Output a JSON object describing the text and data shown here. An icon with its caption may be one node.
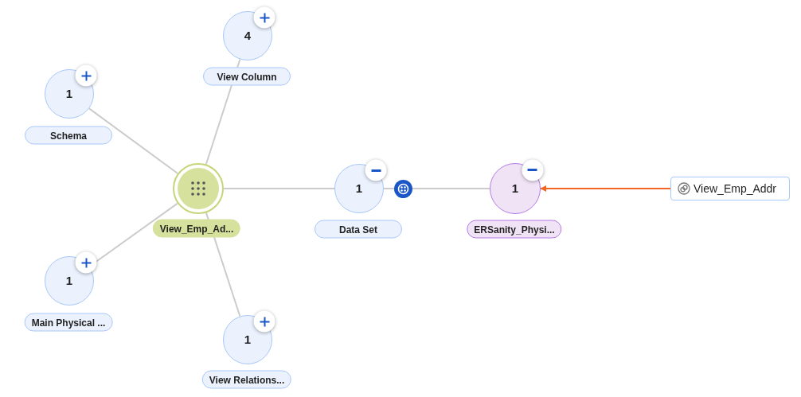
{
  "diagram": {
    "nodes": [
      {
        "text": [
          "View_Emp_Ad..."
        ]
      },
      {
        "text": [
          "4",
          "View Column"
        ]
      },
      {
        "text": [
          "1",
          "Schema"
        ]
      },
      {
        "text": [
          "1",
          "Main Physical ..."
        ]
      },
      {
        "text": [
          "1",
          "View Relations..."
        ]
      },
      {
        "text": [
          "1",
          "Data Set"
        ]
      },
      {
        "text": [
          "1",
          "ERSanity_Physi..."
        ]
      },
      {
        "text": [
          "View_Emp_Addr"
        ]
      }
    ],
    "edges": [
      {
        "from": 0,
        "to": 1,
        "arrow": "none"
      },
      {
        "from": 0,
        "to": 2,
        "arrow": "none"
      },
      {
        "from": 0,
        "to": 3,
        "arrow": "none"
      },
      {
        "from": 0,
        "to": 4,
        "arrow": "none"
      },
      {
        "from": 0,
        "to": 5,
        "arrow": "none"
      },
      {
        "from": 5,
        "to": 6,
        "arrow": "none"
      },
      {
        "from": 7,
        "to": 6,
        "arrow": "to",
        "color": "#f26522"
      }
    ]
  }
}
